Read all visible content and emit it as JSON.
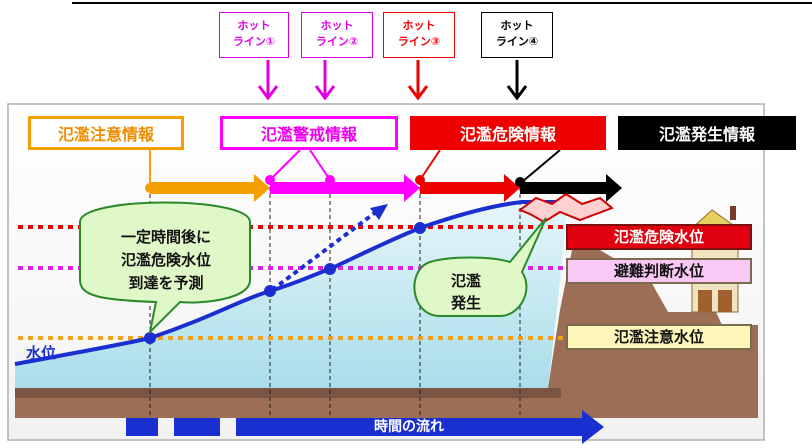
{
  "hotlines": [
    {
      "line1": "ホット",
      "line2": "ライン①",
      "color": "#e000e0"
    },
    {
      "line1": "ホット",
      "line2": "ライン②",
      "color": "#e000e0"
    },
    {
      "line1": "ホット",
      "line2": "ライン③",
      "color": "#ee0000"
    },
    {
      "line1": "ホット",
      "line2": "ライン④",
      "color": "#000000"
    }
  ],
  "banners": {
    "caution_info": "氾濫注意情報",
    "warning_info": "氾濫警戒情報",
    "danger_info": "氾濫危険情報",
    "occurrence_info": "氾濫発生情報"
  },
  "levels": {
    "danger_level": "氾濫危険水位",
    "evacuation_level": "避難判断水位",
    "caution_level": "氾濫注意水位"
  },
  "callouts": {
    "prediction": [
      "一定時間後に",
      "氾濫危険水位",
      "到達を予測"
    ],
    "flood_occurrence": [
      "氾濫",
      "発生"
    ]
  },
  "labels": {
    "water_level": "水位",
    "time_flow": "時間の流れ"
  },
  "colors": {
    "caution": "#f5a000",
    "warning": "#ff00ff",
    "danger": "#ee0000",
    "occurrence": "#000000",
    "water": "#bfe6ee",
    "ground": "#9b6e55",
    "curve": "#1b2fd0"
  }
}
